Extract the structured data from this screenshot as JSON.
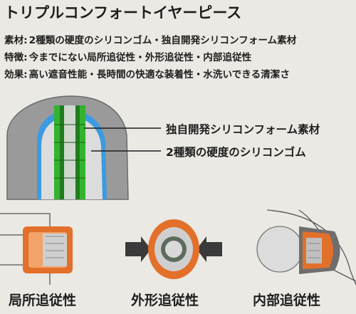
{
  "title": "トリプルコンフォートイヤーピース",
  "specs": [
    {
      "key": "素材:",
      "value": "2種類の硬度のシリコンゴム・独自開発シリコンフォーム素材"
    },
    {
      "key": "特徴:",
      "value": "今までにない局所追従性・外形追従性・内部追従性"
    },
    {
      "key": "効果:",
      "value": "高い遮音性能・長時間の快適な装着性・水洗いできる清潔さ"
    }
  ],
  "callouts": {
    "foam": "独自開発シリコンフォーム素材",
    "rubber": "2種類の硬度のシリコンゴム"
  },
  "captions": [
    "局所追従性",
    "外形追従性",
    "内部追従性"
  ],
  "colors": {
    "foam": "#33b32f",
    "inner_rubber": "#3c9be0",
    "outer_rubber": "#9a9a9a",
    "orange": "#e2702a"
  }
}
